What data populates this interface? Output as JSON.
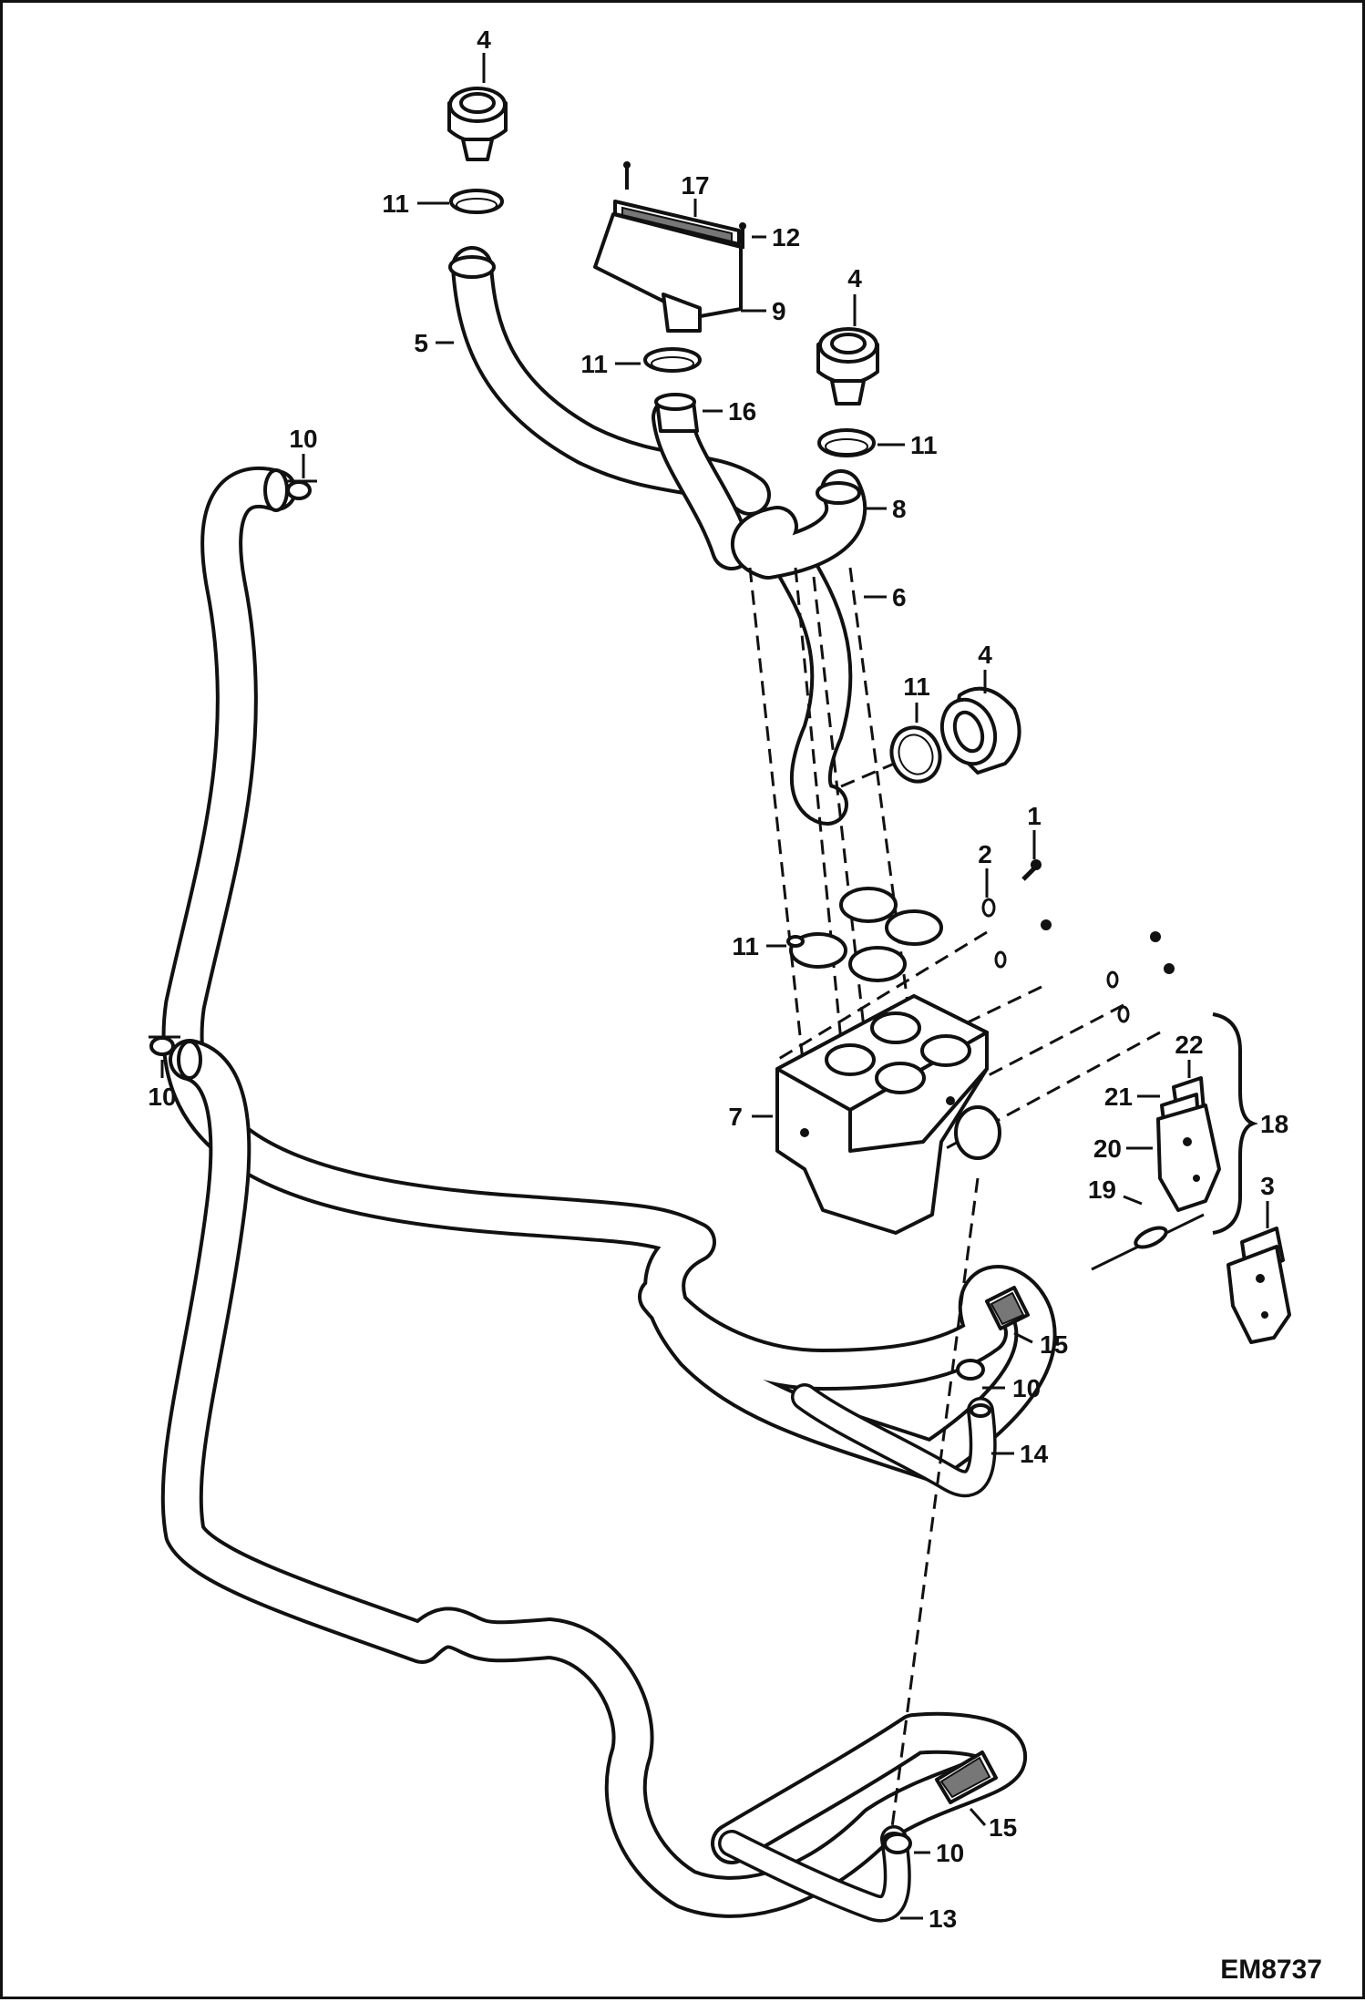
{
  "callouts": {
    "c1": "1",
    "c2": "2",
    "c3": "3",
    "c4a": "4",
    "c4b": "4",
    "c4c": "4",
    "c5": "5",
    "c6": "6",
    "c7": "7",
    "c8": "8",
    "c9": "9",
    "c10a": "10",
    "c10b": "10",
    "c10c": "10",
    "c10d": "10",
    "c11a": "11",
    "c11b": "11",
    "c11c": "11",
    "c11d": "11",
    "c11e": "11",
    "c12": "12",
    "c13": "13",
    "c14": "14",
    "c15a": "15",
    "c15b": "15",
    "c16": "16",
    "c17": "17",
    "c18": "18",
    "c19": "19",
    "c20": "20",
    "c21": "21",
    "c22": "22"
  },
  "figure_code": "EM8737",
  "icons": [
    "hose-assembly",
    "air-vent",
    "hose-clamp",
    "heater-box",
    "defrost-nozzle",
    "valve",
    "cable"
  ]
}
